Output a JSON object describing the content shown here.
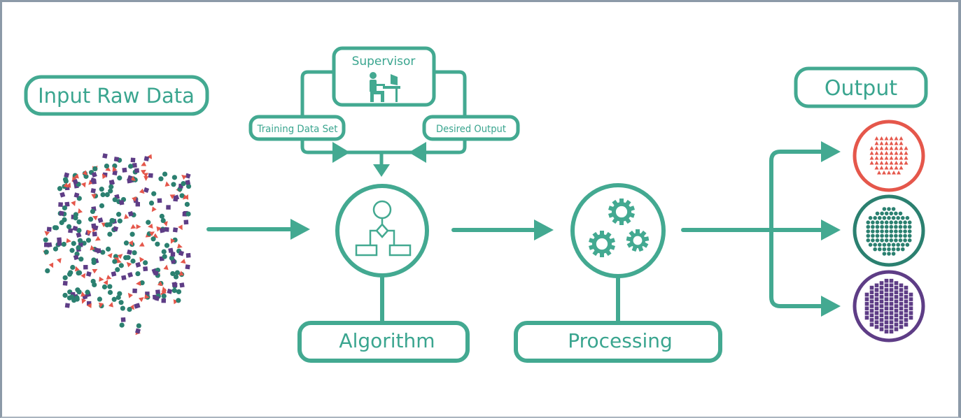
{
  "colors": {
    "accent": "#43a991",
    "red": "#e5574b",
    "green": "#2b8070",
    "purple": "#5e3d86",
    "frame": "#8c9aa8"
  },
  "labels": {
    "input": "Input Raw Data",
    "supervisor": "Supervisor",
    "training": "Training Data Set",
    "desired": "Desired Output",
    "algorithm": "Algorithm",
    "processing": "Processing",
    "output": "Output"
  },
  "icons": {
    "supervisor": "person-at-computer-icon",
    "algorithm": "flowchart-icon",
    "processing": "gears-icon",
    "output_classes": [
      "triangle-cluster-icon",
      "circle-cluster-icon",
      "square-cluster-icon"
    ]
  }
}
